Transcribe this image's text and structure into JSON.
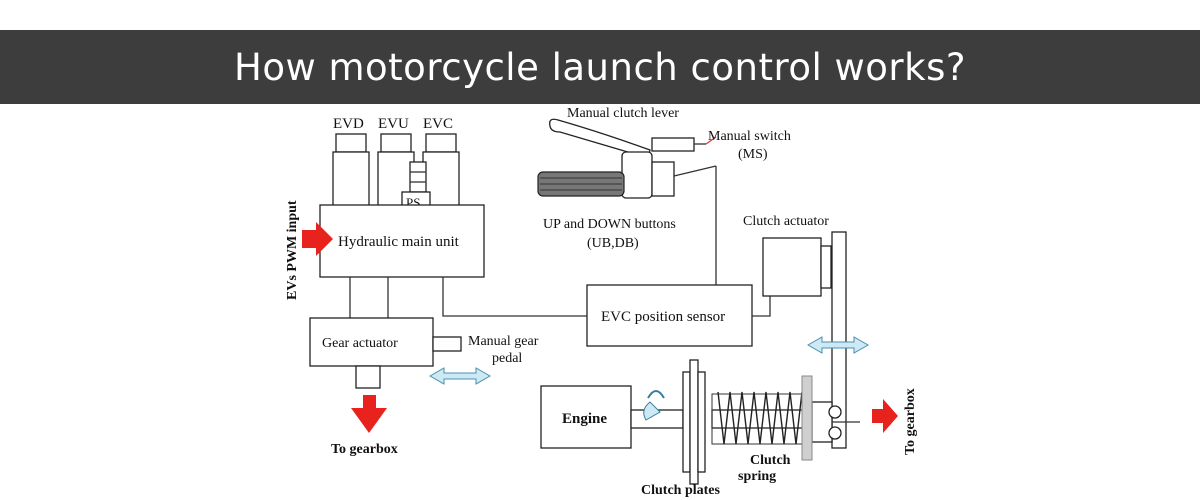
{
  "banner": {
    "title": "How motorcycle launch control works?"
  },
  "labels": {
    "evd": "EVD",
    "evu": "EVU",
    "evc": "EVC",
    "ps": "PS",
    "ev_pwm_input": "EVs PWM input",
    "hydraulic_main_unit": "Hydraulic main unit",
    "manual_clutch_lever": "Manual clutch lever",
    "manual_switch": "Manual switch",
    "manual_switch_abbr": "(MS)",
    "up_down_buttons": "UP and DOWN buttons",
    "up_down_abbr": "(UB,DB)",
    "clutch_actuator": "Clutch actuator",
    "evc_position_sensor": "EVC position sensor",
    "gear_actuator": "Gear actuator",
    "manual_gear_line1": "Manual gear",
    "manual_gear_line2": "pedal",
    "to_gearbox_left": "To gearbox",
    "engine": "Engine",
    "clutch_spring_line1": "Clutch",
    "clutch_spring_line2": "spring",
    "clutch_plates": "Clutch plates",
    "to_gearbox_right": "To gearbox"
  },
  "colors": {
    "banner_bg": "#3d3d3d",
    "arrow_red": "#e8231e",
    "arrow_light_blue": "#cde9f3"
  }
}
